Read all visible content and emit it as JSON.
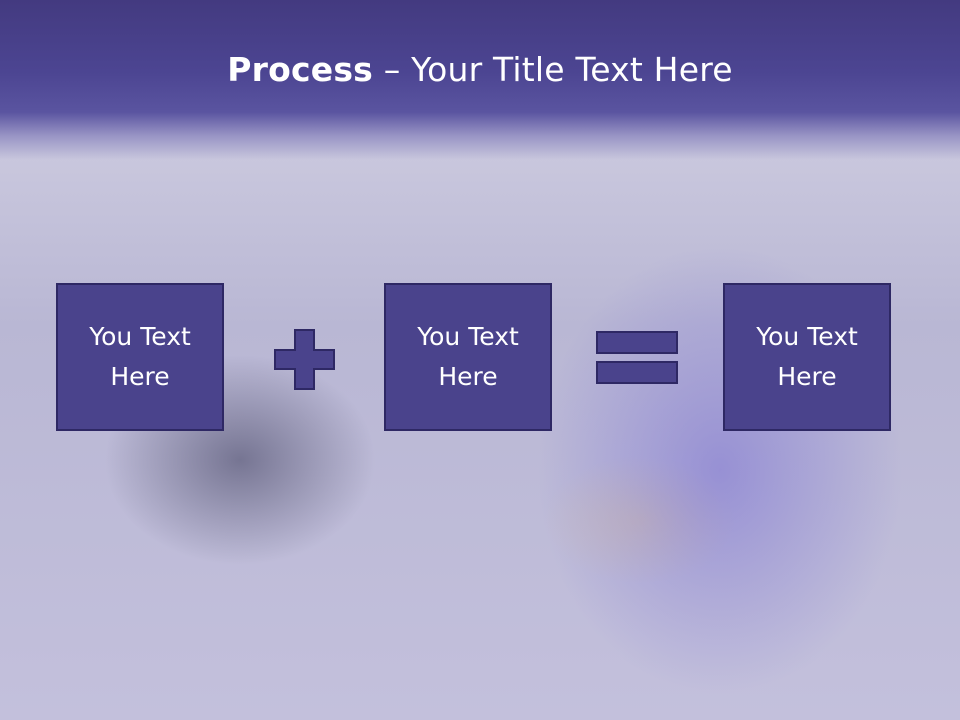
{
  "slide": {
    "title_bold": "Process",
    "title_rest": " – Your Title Text Here"
  },
  "boxes": [
    {
      "line1": "You Text",
      "line2": "Here"
    },
    {
      "line1": "You Text",
      "line2": "Here"
    },
    {
      "line1": "You Text",
      "line2": "Here"
    }
  ],
  "colors": {
    "box_fill": "#4a438c",
    "box_border": "#2e2864",
    "title_band": "#4c4592",
    "text": "#ffffff"
  },
  "icons": [
    "plus-icon",
    "equals-icon"
  ]
}
